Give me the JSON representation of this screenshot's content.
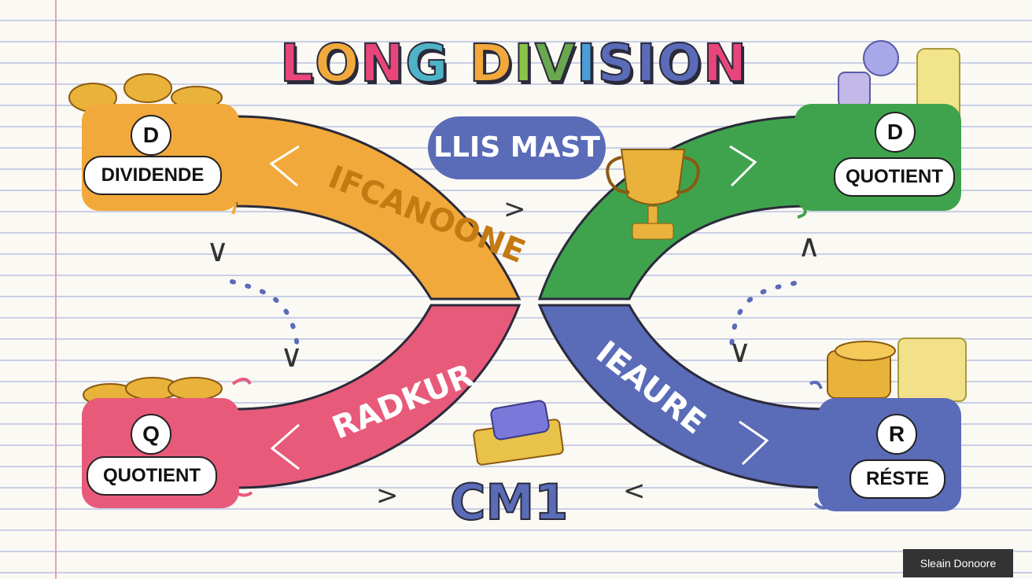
{
  "title": {
    "letters": [
      {
        "ch": "L",
        "color": "#e8457a"
      },
      {
        "ch": "O",
        "color": "#f2a93b"
      },
      {
        "ch": "N",
        "color": "#e8457a"
      },
      {
        "ch": "G",
        "color": "#4fb3c8"
      },
      {
        "ch": " ",
        "color": "#e8457a"
      },
      {
        "ch": "D",
        "color": "#f2a93b"
      },
      {
        "ch": "I",
        "color": "#8bc34a"
      },
      {
        "ch": "V",
        "color": "#6aa84f"
      },
      {
        "ch": "I",
        "color": "#4a9fd8"
      },
      {
        "ch": "S",
        "color": "#5a6bb8"
      },
      {
        "ch": "I",
        "color": "#5a6bb8"
      },
      {
        "ch": "O",
        "color": "#5a6bb8"
      },
      {
        "ch": "N",
        "color": "#e8457a"
      }
    ]
  },
  "center_pill": "LLIS MAST",
  "footer_label": "CM1",
  "watermark": "Sleain Donoore",
  "nodes": {
    "top_left": {
      "letter": "D",
      "label": "DIVIDENDE",
      "color": "#f2a93b"
    },
    "top_right": {
      "letter": "D",
      "label": "QUOTIENT",
      "color": "#3fa34d"
    },
    "bottom_left": {
      "letter": "Q",
      "label": "QUOTIENT",
      "color": "#e85a7a"
    },
    "bottom_right": {
      "letter": "R",
      "label": "RÉSTE",
      "color": "#5a6bb8"
    }
  },
  "arcs": {
    "top_left": {
      "text": "IFCANOONE",
      "color": "#f2a93b"
    },
    "top_right": {
      "text": "",
      "color": "#3fa34d"
    },
    "bottom_left": {
      "text": "RADKUR",
      "color": "#e85a7a"
    },
    "bottom_right": {
      "text": "IEAURE",
      "color": "#5a6bb8"
    }
  },
  "icons": {
    "coins": "coin-stack-icon",
    "trophy": "trophy-icon",
    "numbers": "number-blocks-icon",
    "cash": "cash-icon"
  }
}
